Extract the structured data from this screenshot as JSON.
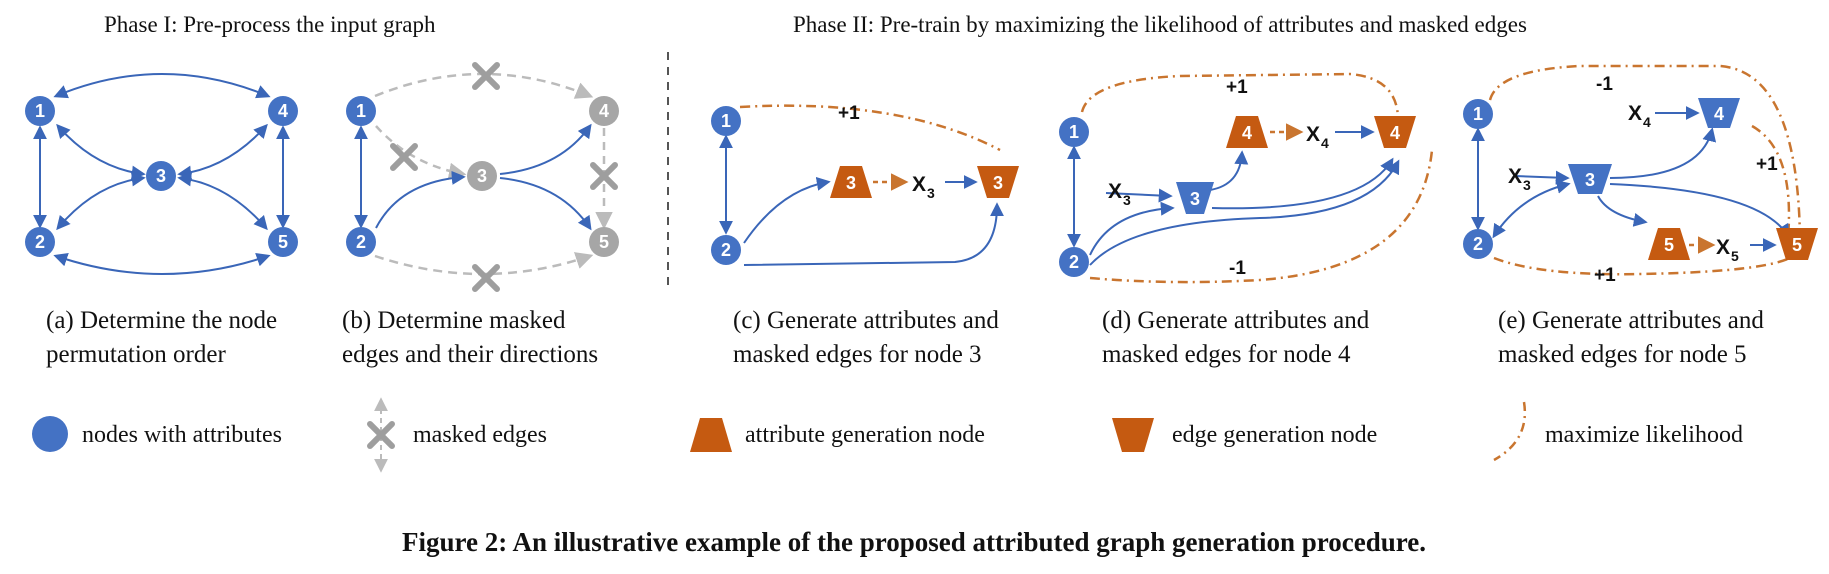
{
  "phases": {
    "phase1": "Phase I: Pre-process the input graph",
    "phase2": "Phase II: Pre-train by maximizing the likelihood of attributes and masked edges"
  },
  "captions": {
    "a": [
      "(a) Determine the node",
      "permutation order"
    ],
    "b": [
      "(b) Determine masked",
      "edges and their directions"
    ],
    "c": [
      "(c) Generate attributes and",
      "masked edges for node 3"
    ],
    "d": [
      "(d) Generate attributes and",
      "masked edges for node 4"
    ],
    "e": [
      "(e) Generate attributes and",
      "masked edges for node 5"
    ]
  },
  "legend": {
    "nodes": "nodes with attributes",
    "masked": "masked edges",
    "attr": "attribute generation node",
    "edge": "edge generation node",
    "likelihood": "maximize likelihood"
  },
  "figure_caption": "Figure 2: An illustrative example of the proposed attributed graph generation procedure.",
  "node_labels": [
    "1",
    "2",
    "3",
    "4",
    "5"
  ],
  "annotations": {
    "plus_one": "+1",
    "minus_one": "-1",
    "x_symbol": "X",
    "x3_sub": "3",
    "x4_sub": "4",
    "x5_sub": "5"
  },
  "colors": {
    "blue": "#4472C4",
    "blue_edge": "#3A66B8",
    "gray": "#A6A6A6",
    "gray_edge": "#BBBBBB",
    "orange": "#C55A11",
    "orange_line": "#C9752F"
  }
}
